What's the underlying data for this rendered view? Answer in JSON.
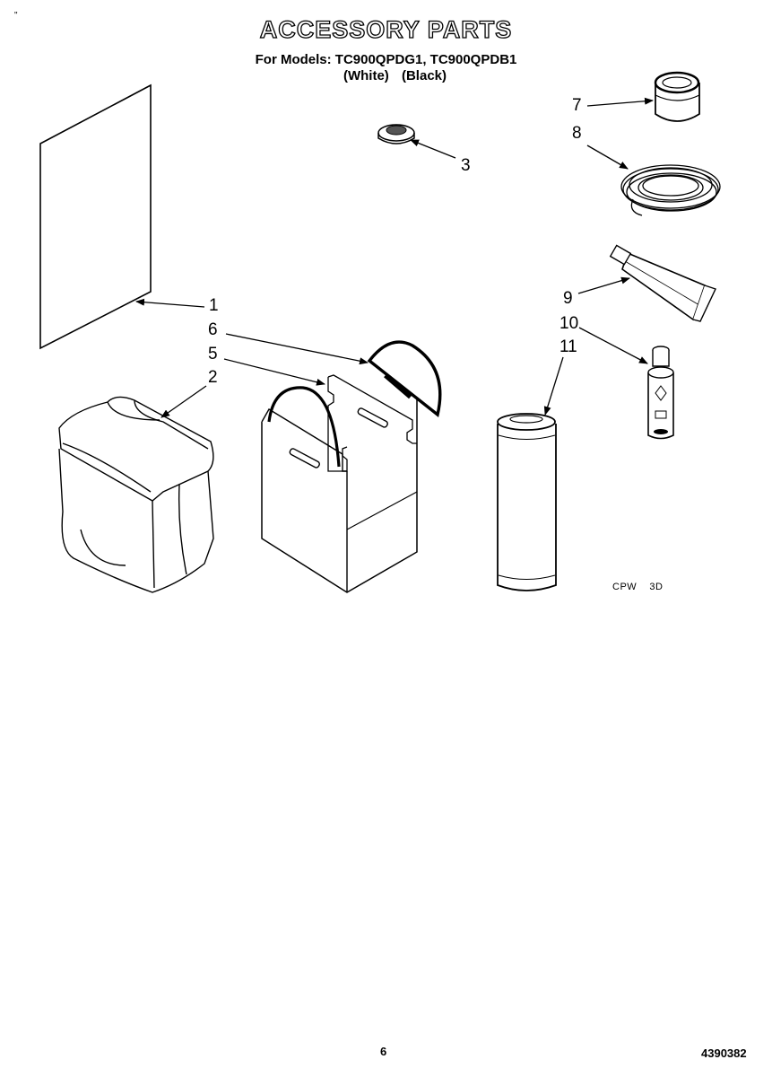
{
  "header": {
    "corner_mark": "\"",
    "title": "ACCESSORY PARTS",
    "models_line": "For Models: TC900QPDG1, TC900QPDB1",
    "color_white": "(White)",
    "color_black": "(Black)"
  },
  "callouts": {
    "c1": "1",
    "c2": "2",
    "c3": "3",
    "c5": "5",
    "c6": "6",
    "c7": "7",
    "c8": "8",
    "c9": "9",
    "c10": "10",
    "c11": "11"
  },
  "diagram_code": "CPW    3D",
  "footer": {
    "page_number": "6",
    "document_number": "4390382"
  }
}
